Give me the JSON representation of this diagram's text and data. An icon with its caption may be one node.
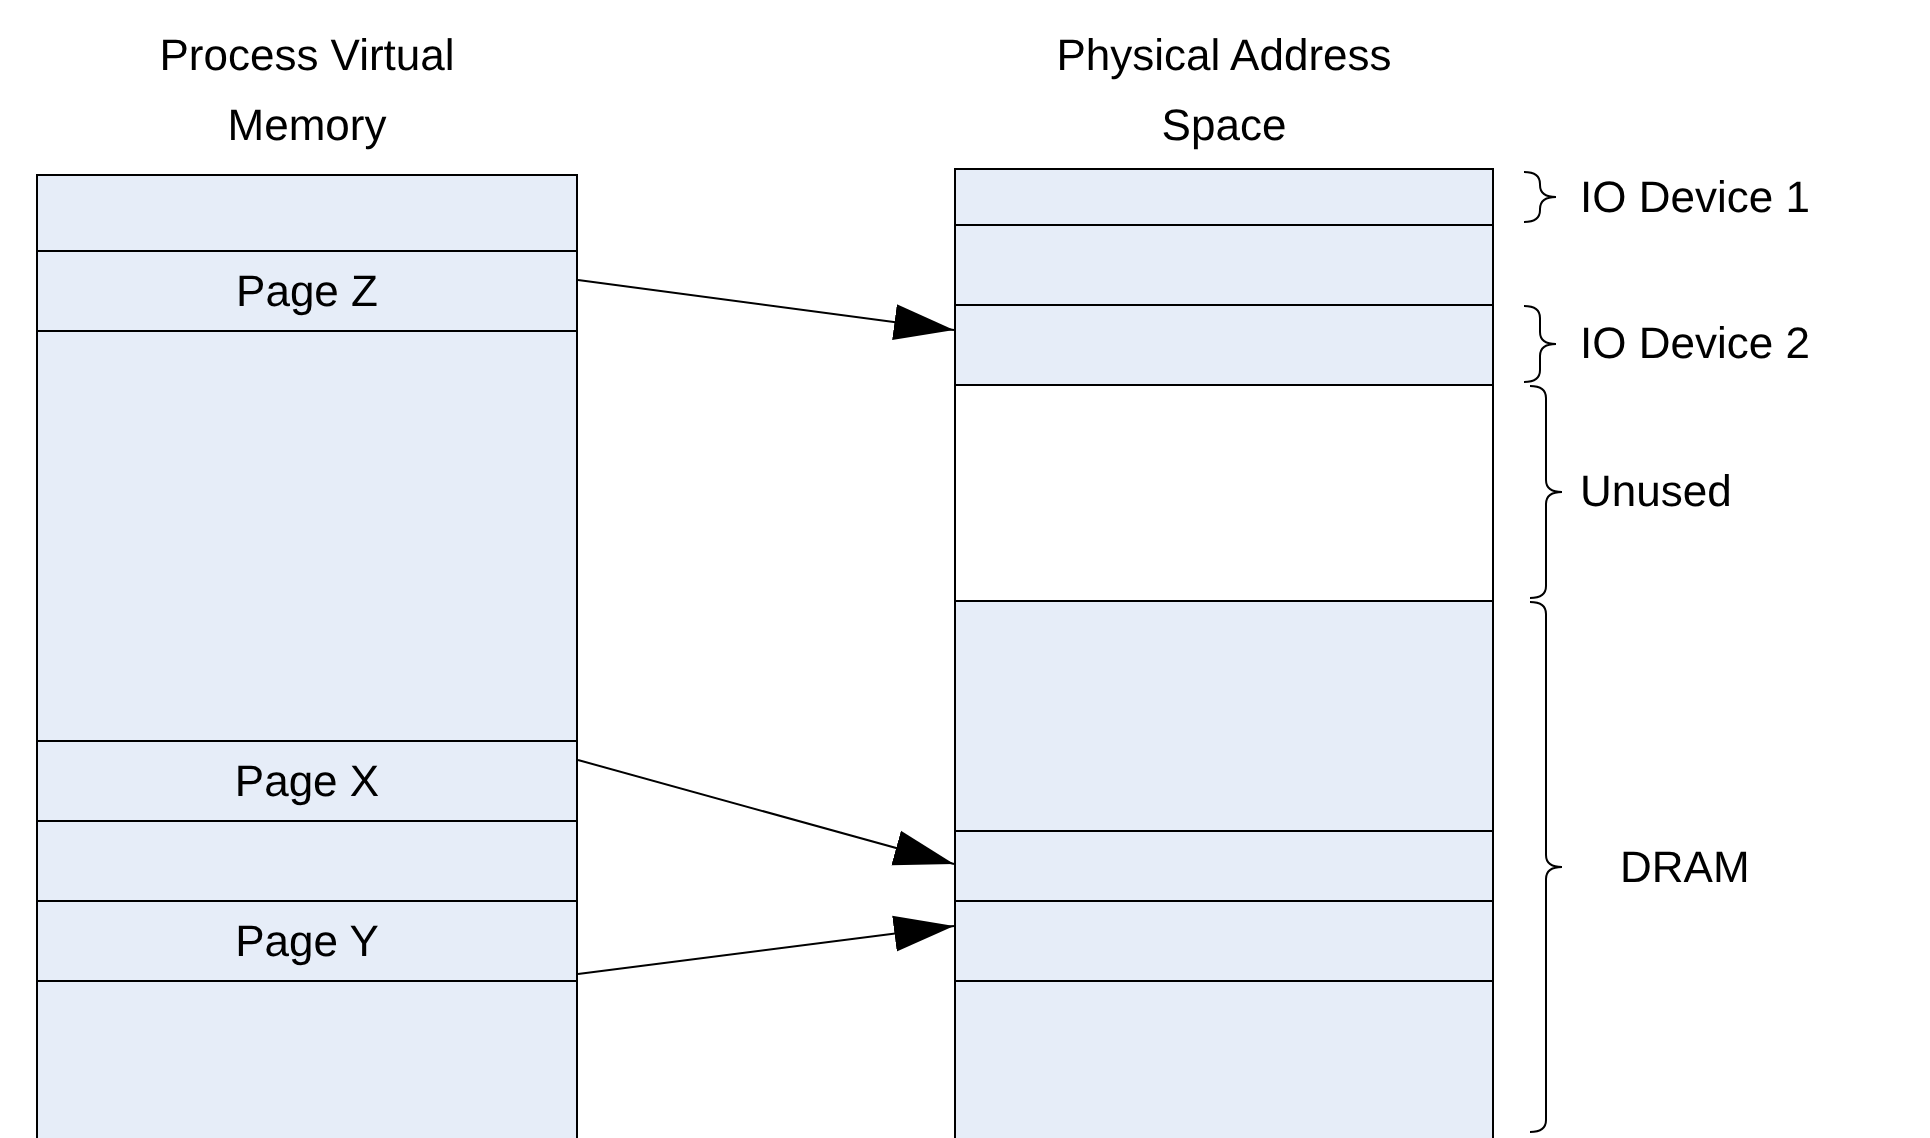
{
  "diagram": {
    "nodes": [
      {
        "text": [
          "Process Virtual Memory"
        ]
      },
      {
        "text": [],
        "shape": "box",
        "in": 0
      },
      {
        "text": [
          "Page Z"
        ],
        "in": 0
      },
      {
        "text": [],
        "shape": "box",
        "in": 0
      },
      {
        "text": [
          "Page X"
        ],
        "in": 0
      },
      {
        "text": [],
        "shape": "box",
        "in": 0
      },
      {
        "text": [
          "Page Y"
        ],
        "in": 0
      },
      {
        "text": [],
        "shape": "box",
        "in": 0
      },
      {
        "text": [
          "Physical Address Space"
        ]
      },
      {
        "text": [],
        "shape": "box",
        "in": 8
      },
      {
        "text": [],
        "shape": "box",
        "in": 8
      },
      {
        "text": [],
        "shape": "box",
        "in": 8
      },
      {
        "text": [],
        "shape": "box",
        "in": 8
      },
      {
        "text": [],
        "shape": "box",
        "in": 8
      },
      {
        "text": [],
        "shape": "box",
        "in": 8
      },
      {
        "text": [],
        "shape": "box",
        "in": 8
      },
      {
        "text": [],
        "shape": "box",
        "in": 8
      }
    ],
    "edges": [
      {
        "from": 2,
        "to": 11,
        "arrow": "to"
      },
      {
        "from": 4,
        "to": 14,
        "arrow": "to"
      },
      {
        "from": 6,
        "to": 15,
        "arrow": "to"
      }
    ],
    "labels": [
      "IO Device 1",
      "IO Device 2",
      "Unused",
      "DRAM"
    ]
  }
}
